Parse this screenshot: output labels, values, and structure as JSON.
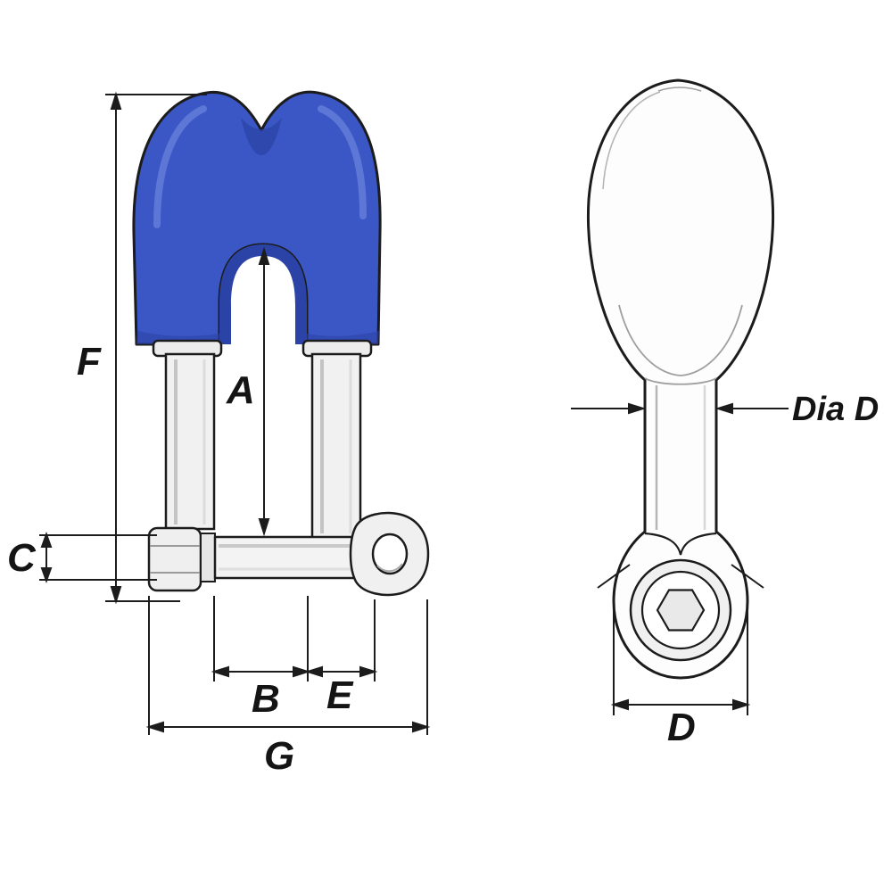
{
  "meta": {
    "background": "#ffffff",
    "figure_type": "technical-dimension-drawing",
    "views": [
      "front-view-shackle",
      "side-view-shackle"
    ]
  },
  "colors": {
    "outline": "#1c1c1c",
    "thimble_blue": "#3a57c5",
    "thimble_blue_dark": "#2b43a6",
    "thimble_highlight": "#6e89dd",
    "metal_light": "#f2f2f2",
    "metal_shade": "#c4c4c4"
  },
  "dimensions": {
    "front_view": {
      "A": "A",
      "B": "B",
      "C": "C",
      "E": "E",
      "F": "F",
      "G": "G"
    },
    "side_view": {
      "dia_d": "Dia D",
      "D": "D"
    }
  }
}
